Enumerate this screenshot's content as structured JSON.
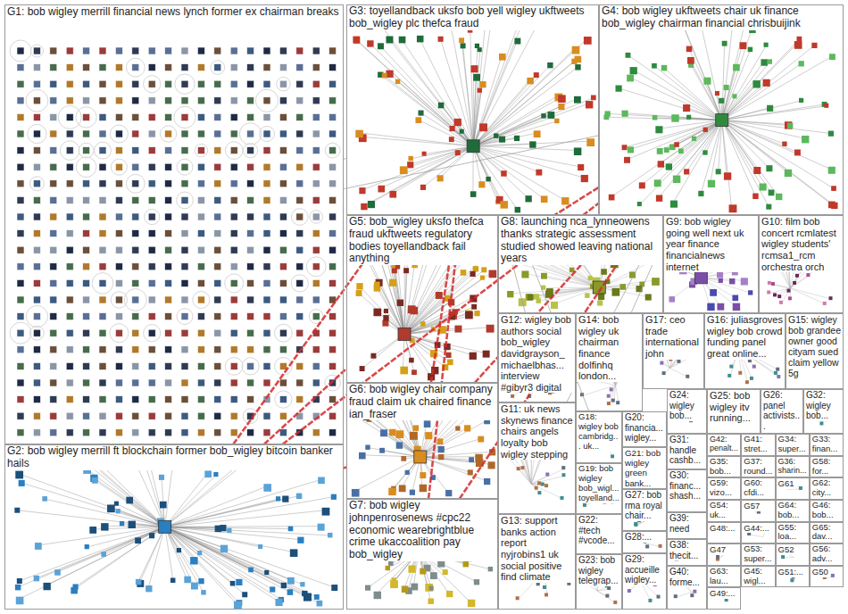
{
  "diagram": {
    "nodes": [
      {
        "text": [
          "G1: bob wigley merrill financial news lynch former ex chairman breaks"
        ]
      },
      {
        "text": [
          "G2: bob wigley merrill ft blockchain former bob_wigley bitcoin banker hails"
        ]
      },
      {
        "text": [
          "G3: toyellandback uksfo bob yell wigley ukftweets bob_wigley plc thefca fraud"
        ]
      },
      {
        "text": [
          "G4: bob wigley ukftweets chair uk finance bob_wigley chairman financial chrisbuijink"
        ]
      },
      {
        "text": [
          "G5: bob_wigley uksfo thefca fraud ukftweets regulatory bodies toyellandback fail anything"
        ]
      },
      {
        "text": [
          "G6: bob wigley chair company fraud claim uk chaired finance ian_fraser"
        ]
      },
      {
        "text": [
          "G7: bob wigley johnpenrosenews #cpc22 economic wearebrightblue crime ukaccoalition pay bob_wigley"
        ]
      },
      {
        "text": [
          "G8: launching nca_lynneowens thanks strategic assessment studied showed leaving national years"
        ]
      },
      {
        "text": [
          "G9: bob wigley going well next uk year finance financialnews internet"
        ]
      },
      {
        "text": [
          "G10: film bob concert rcmlatest wigley students' rcmsa1_rcm orchestra orch"
        ]
      },
      {
        "text": [
          "G12: wigley bob authors social bob_wigley davidgrayson_ michaelbhas... interview #gibyr3 digital"
        ]
      },
      {
        "text": [
          "G11: uk news skynews finance chairs angels loyalty bob wigley stepping"
        ]
      },
      {
        "text": [
          "G13: support banks action report nyjrobins1 uk social positive find climate"
        ]
      },
      {
        "text": [
          "G14: bob wigley uk chairman finance dolfinhq london..."
        ]
      },
      {
        "text": [
          "G17: ceo trade international john"
        ]
      },
      {
        "text": [
          "G16: juliasgroves wigley bob crowd funding panel great online..."
        ]
      },
      {
        "text": [
          "G15: wigley bob grandee owner good cityam sued claim yellow 5g"
        ]
      },
      {
        "text": [
          "G18: wigley bob cambridg... uk..."
        ]
      },
      {
        "text": [
          "G19: bob wigley bob_wigl... toyelland..."
        ]
      },
      {
        "text": [
          "G22: #tech #vcode..."
        ]
      },
      {
        "text": [
          "G23: bob wigley telegrap..."
        ]
      },
      {
        "text": [
          "G20: financia... wigley..."
        ]
      },
      {
        "text": [
          "G21: bob wigley green bank..."
        ]
      },
      {
        "text": [
          "G27: bob rma royal chair..."
        ]
      },
      {
        "text": [
          "G28:..."
        ]
      },
      {
        "text": [
          "G29: accueille wigley..."
        ]
      },
      {
        "text": [
          "G24: wigley bob..."
        ]
      },
      {
        "text": [
          "G25: bob wigley itv running..."
        ]
      },
      {
        "text": [
          "G26: panel activists..."
        ]
      },
      {
        "text": [
          "G32: wigley bob..."
        ]
      },
      {
        "text": [
          "G31: handle cashb..."
        ]
      },
      {
        "text": [
          "G30: financ... shash..."
        ]
      },
      {
        "text": [
          "G39: need"
        ]
      },
      {
        "text": [
          "G38: thecit..."
        ]
      },
      {
        "text": [
          "G40: forme..."
        ]
      },
      {
        "text": [
          "G42: penalt..."
        ]
      },
      {
        "text": [
          "G41: stret..."
        ]
      },
      {
        "text": [
          "G34: super..."
        ]
      },
      {
        "text": [
          "G33: finan..."
        ]
      },
      {
        "text": [
          "G35: bob..."
        ]
      },
      {
        "text": [
          "G37: round..."
        ]
      },
      {
        "text": [
          "G36: sharin..."
        ]
      },
      {
        "text": [
          "G58: for..."
        ]
      },
      {
        "text": [
          "G59: vizo..."
        ]
      },
      {
        "text": [
          "G60: cfdi..."
        ]
      },
      {
        "text": [
          "G61"
        ]
      },
      {
        "text": [
          "G62: city..."
        ]
      },
      {
        "text": [
          "G54: uk..."
        ]
      },
      {
        "text": [
          "G57"
        ]
      },
      {
        "text": [
          "G64: bob..."
        ]
      },
      {
        "text": [
          "G46: bob..."
        ]
      },
      {
        "text": [
          "G48:..."
        ]
      },
      {
        "text": [
          "G44:..."
        ]
      },
      {
        "text": [
          "G55: loa..."
        ]
      },
      {
        "text": [
          "G65: dav..."
        ]
      },
      {
        "text": [
          "G47"
        ]
      },
      {
        "text": [
          "G53: super..."
        ]
      },
      {
        "text": [
          "G52"
        ]
      },
      {
        "text": [
          "G56: adv..."
        ]
      },
      {
        "text": [
          "G63: lau..."
        ]
      },
      {
        "text": [
          "G45: wigl..."
        ]
      },
      {
        "text": [
          "G51:..."
        ]
      },
      {
        "text": [
          "G50"
        ]
      },
      {
        "text": [
          "G49:..."
        ]
      }
    ],
    "edges": [
      {
        "from": 1,
        "to": 2,
        "arrow": "none"
      },
      {
        "from": 1,
        "to": 3,
        "arrow": "none"
      },
      {
        "from": 1,
        "to": 4,
        "arrow": "none"
      },
      {
        "from": 4,
        "to": 2,
        "arrow": "none"
      },
      {
        "from": 4,
        "to": 3,
        "arrow": "none"
      },
      {
        "from": 2,
        "to": 3,
        "arrow": "none"
      },
      {
        "from": 5,
        "to": 2,
        "arrow": "none"
      },
      {
        "from": 5,
        "to": 3,
        "arrow": "none"
      },
      {
        "from": 6,
        "to": 2,
        "arrow": "none"
      },
      {
        "from": 6,
        "to": 3,
        "arrow": "none"
      },
      {
        "from": 1,
        "to": 5,
        "arrow": "none"
      },
      {
        "from": 0,
        "to": 2,
        "arrow": "none"
      },
      {
        "from": 0,
        "to": 3,
        "arrow": "none"
      },
      {
        "from": 7,
        "to": 3,
        "arrow": "none"
      },
      {
        "from": 8,
        "to": 3,
        "arrow": "none"
      },
      {
        "from": 13,
        "to": 3,
        "arrow": "none"
      },
      {
        "from": 10,
        "to": 2,
        "arrow": "none"
      },
      {
        "from": 11,
        "to": 3,
        "arrow": "none"
      },
      {
        "from": 17,
        "to": 2,
        "arrow": "none"
      }
    ]
  }
}
